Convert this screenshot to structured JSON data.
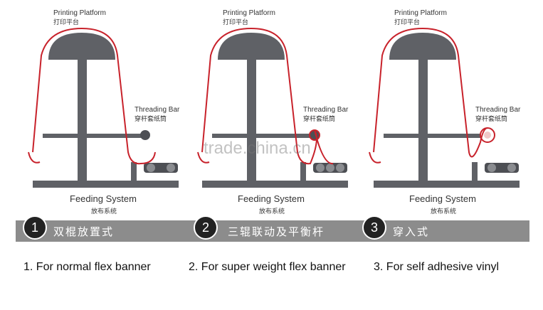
{
  "panels": [
    {
      "platform_label": "Printing Platform",
      "platform_label_cn": "打印平台",
      "threading_label": "Threading Bar",
      "threading_label_cn": "穿杆套纸筒",
      "feeding_label": "Feeding System",
      "feeding_label_cn": "放布系统",
      "number": "1",
      "title_cn": "双棍放置式",
      "caption": "1. For normal flex banner"
    },
    {
      "platform_label": "Printing Platform",
      "platform_label_cn": "打印平台",
      "threading_label": "Threading Bar",
      "threading_label_cn": "穿杆套纸筒",
      "feeding_label": "Feeding System",
      "feeding_label_cn": "放布系统",
      "number": "2",
      "title_cn": "三辊联动及平衡杆",
      "caption": "2. For super weight flex banner"
    },
    {
      "platform_label": "Printing Platform",
      "platform_label_cn": "打印平台",
      "threading_label": "Threading Bar",
      "threading_label_cn": "穿杆套纸筒",
      "feeding_label": "Feeding System",
      "feeding_label_cn": "放布系统",
      "number": "3",
      "title_cn": "穿入式",
      "caption": "3. For self adhesive vinyl"
    }
  ],
  "watermark": "trade.china.cn",
  "colors": {
    "media_path": "#c8222b",
    "structure": "#5f6166",
    "band": "#8c8c8c",
    "badge": "#222222"
  }
}
